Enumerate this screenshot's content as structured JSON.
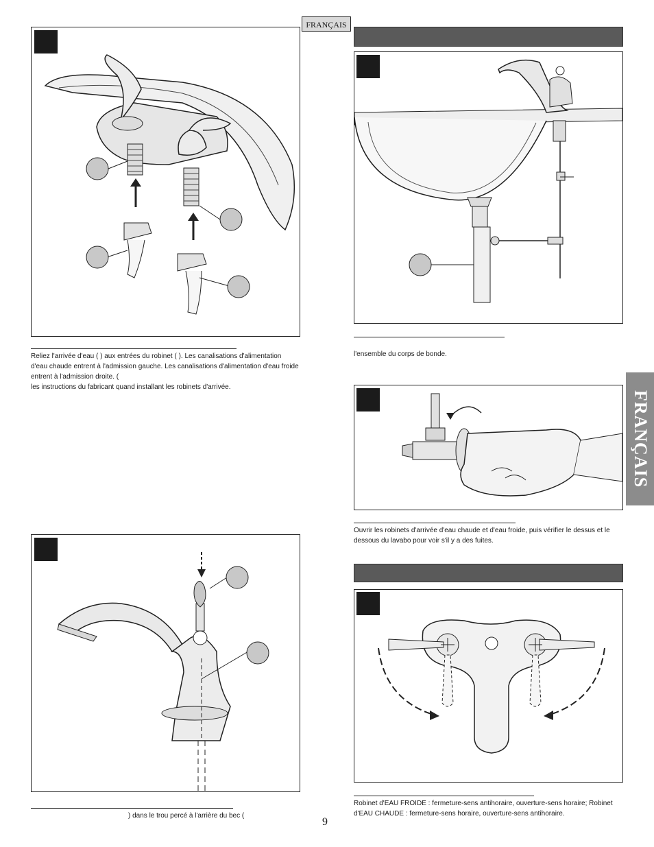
{
  "header": {
    "language_tag": "FRANÇAIS"
  },
  "side_tab": {
    "label": "FRANÇAIS"
  },
  "captions": {
    "supply_lines": [
      "Reliez l'arrivée d'eau (     ) aux entrées du robinet (     ). Les canalisations d'alimentation",
      "d'eau chaude entrent à l'admission gauche. Les canalisations d'alimentation d'eau froide",
      "entrent à l'admission droite. (",
      "les instructions du fabricant quand installant les robinets d'arrivée."
    ],
    "drain": "l'ensemble du corps de bonde.",
    "leaks": [
      "Ouvrir les robinets d'arrivée d'eau chaude et d'eau froide, puis vérifier le dessus et le",
      "dessous du lavabo pour voir s'il y a des fuites."
    ],
    "lift_rod": ") dans le trou percé à l'arrière du bec (",
    "handles": [
      "Robinet d'EAU FROIDE : fermeture-sens antihoraire, ouverture-sens horaire; Robinet",
      "d'EAU CHAUDE : fermeture-sens horaire, ouverture-sens antihoraire."
    ]
  },
  "page_number": "9"
}
